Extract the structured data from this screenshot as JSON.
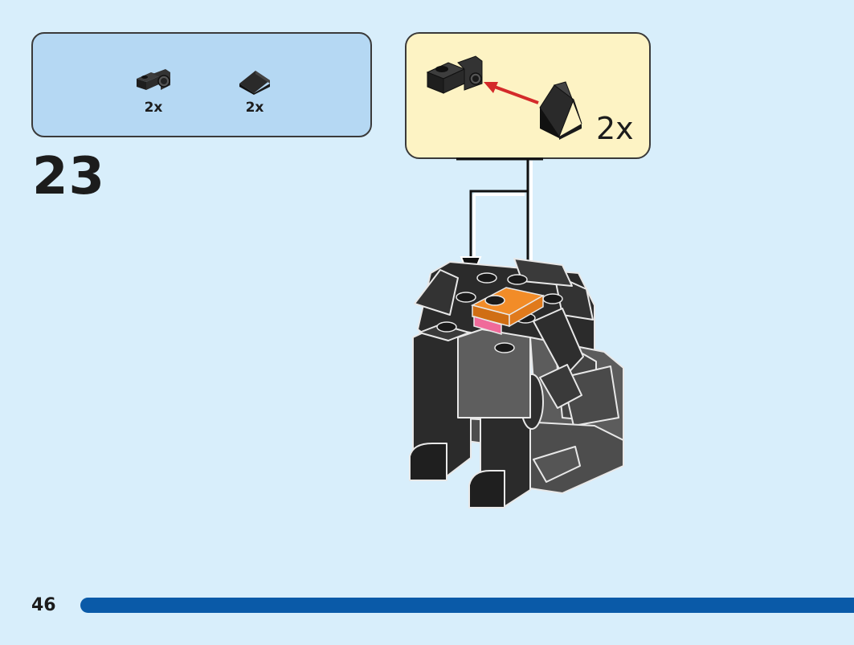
{
  "parts_list": {
    "items": [
      {
        "part": "bracket-plate-icon",
        "quantity": "2x"
      },
      {
        "part": "slope-brick-icon",
        "quantity": "2x"
      }
    ]
  },
  "step": {
    "number": "23"
  },
  "callout": {
    "quantity": "2x",
    "arrow_color": "#d42a2a"
  },
  "model": {
    "highlight_colors": [
      "#f28c28",
      "#f06a9a"
    ],
    "body_color": "#2b2b2b"
  },
  "page": {
    "number": "46",
    "progress_color": "#0a5aa8"
  }
}
